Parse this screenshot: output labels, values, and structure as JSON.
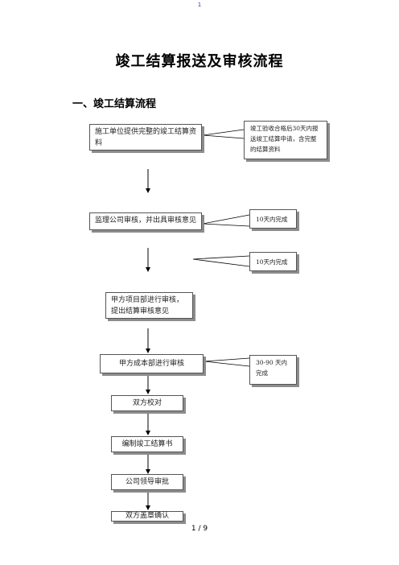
{
  "header": {
    "mark": "1"
  },
  "document": {
    "title": "竣工结算报送及审核流程",
    "section_heading": "一、竣工结算流程"
  },
  "flow": {
    "steps": [
      "施工单位提供完整的竣工结算资料",
      "监理公司审核，并出具审核意见",
      "甲方项目部进行审核，提出结算审核意见",
      "甲方成本部进行审核",
      "双方校对",
      "编制竣工结算书",
      "公司领导审批",
      "双方盖章确认"
    ],
    "notes": [
      "竣工验收合格后30天内报送竣工结算申请，含完整的结算资料",
      "10天内完成",
      "10天内完成",
      "30-90 天内完成"
    ]
  },
  "footer": {
    "page": "1 / 9"
  }
}
